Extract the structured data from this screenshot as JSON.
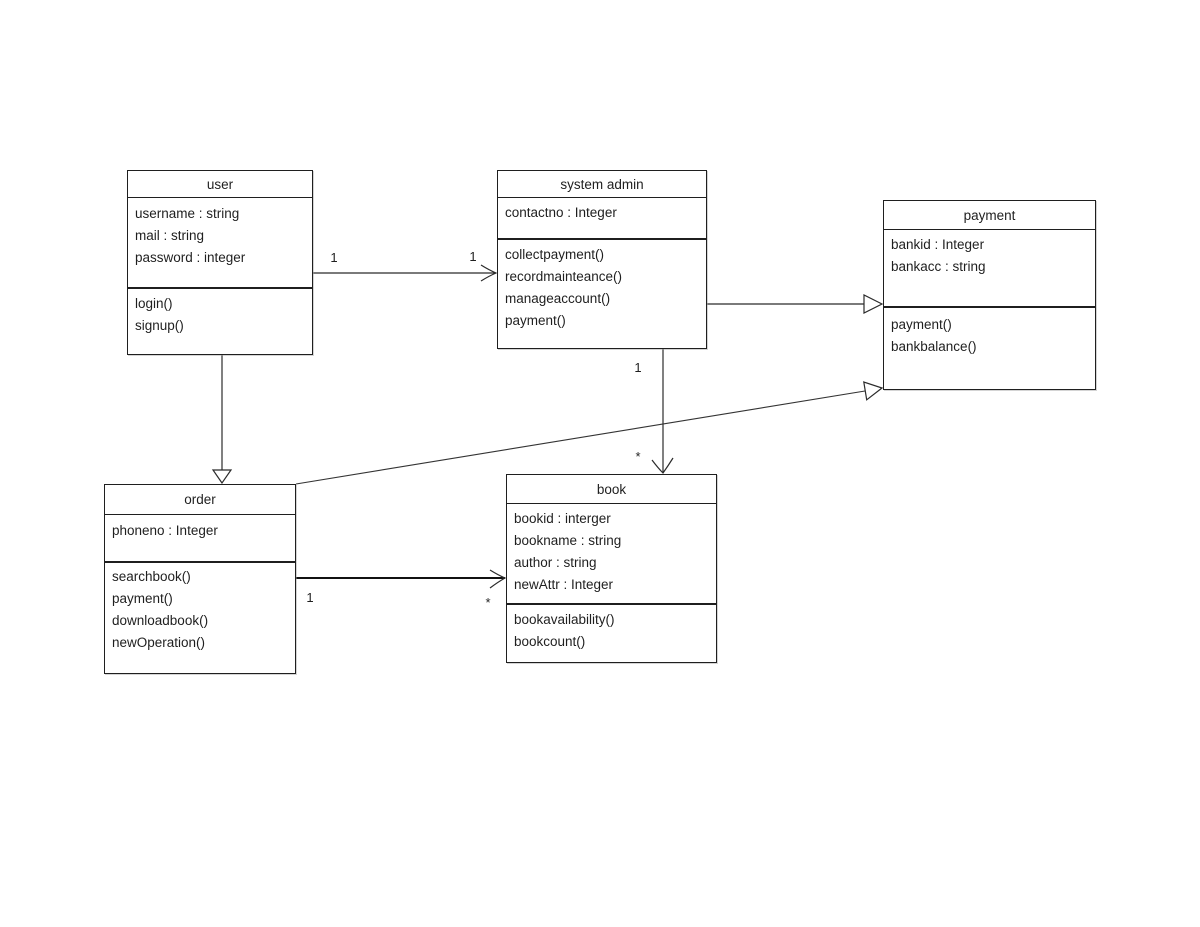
{
  "diagram": {
    "kind": "uml-class-diagram",
    "background_color": "#ffffff",
    "line_color": "#2b2b2b",
    "text_color": "#1f1f1f"
  },
  "classes": {
    "user": {
      "title": "user",
      "attributes": [
        "username : string",
        "mail : string",
        "password : integer"
      ],
      "methods": [
        "login()",
        "signup()"
      ]
    },
    "system_admin": {
      "title": "system admin",
      "attributes": [
        "contactno : Integer"
      ],
      "methods": [
        "collectpayment()",
        "recordmainteance()",
        "manageaccount()",
        "payment()"
      ]
    },
    "payment": {
      "title": "payment",
      "attributes": [
        "bankid : Integer",
        "bankacc : string"
      ],
      "methods": [
        "payment()",
        "bankbalance()"
      ]
    },
    "order": {
      "title": "order",
      "attributes": [
        "phoneno : Integer"
      ],
      "methods": [
        "searchbook()",
        "payment()",
        "downloadbook()",
        "newOperation()"
      ]
    },
    "book": {
      "title": "book",
      "attributes": [
        "bookid : interger",
        "bookname : string",
        "author : string",
        "newAttr : Integer"
      ],
      "methods": [
        "bookavailability()",
        "bookcount()"
      ]
    }
  },
  "connectors": {
    "user_to_system_admin": {
      "type": "association-open-arrow",
      "from": "user",
      "to": "system admin",
      "label_source": "1",
      "label_target": "1"
    },
    "user_to_order": {
      "type": "generalization-hollow-triangle",
      "from": "user",
      "to": "order"
    },
    "system_admin_to_payment": {
      "type": "generalization-hollow-triangle",
      "from": "system admin",
      "to": "payment"
    },
    "system_admin_to_book": {
      "type": "association-open-arrow",
      "from": "system admin",
      "to": "book",
      "label_source": "1",
      "label_target": "*"
    },
    "order_to_book": {
      "type": "association-open-arrow",
      "from": "order",
      "to": "book",
      "label_source": "1",
      "label_target": "*"
    },
    "order_to_payment": {
      "type": "generalization-hollow-triangle",
      "from": "order",
      "to": "payment"
    }
  }
}
